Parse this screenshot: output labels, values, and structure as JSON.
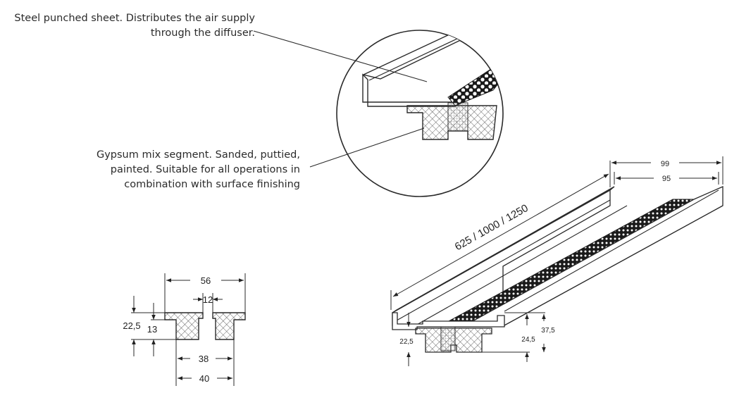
{
  "callouts": {
    "steel": [
      "Steel punched sheet. Distributes the air supply",
      "through the diffuser."
    ],
    "gypsum": [
      "Gypsum mix segment. Sanded, puttied,",
      "painted. Suitable for all operations in",
      "combination with surface finishing"
    ]
  },
  "section_dims": {
    "overall_width": "56",
    "slot_width": "12",
    "height": "22,5",
    "flange_height": "13",
    "inner_width": "38",
    "base_width": "40"
  },
  "iso_dims": {
    "length": "625 / 1000 / 1250",
    "outer_width": "99",
    "inner_width": "95",
    "gypsum_height": "22,5",
    "total_height": "37,5",
    "channel_height": "24,5"
  },
  "colors": {
    "line": "#2a2a2a",
    "hatch": "#555555",
    "mesh": "#1f1f1f"
  }
}
